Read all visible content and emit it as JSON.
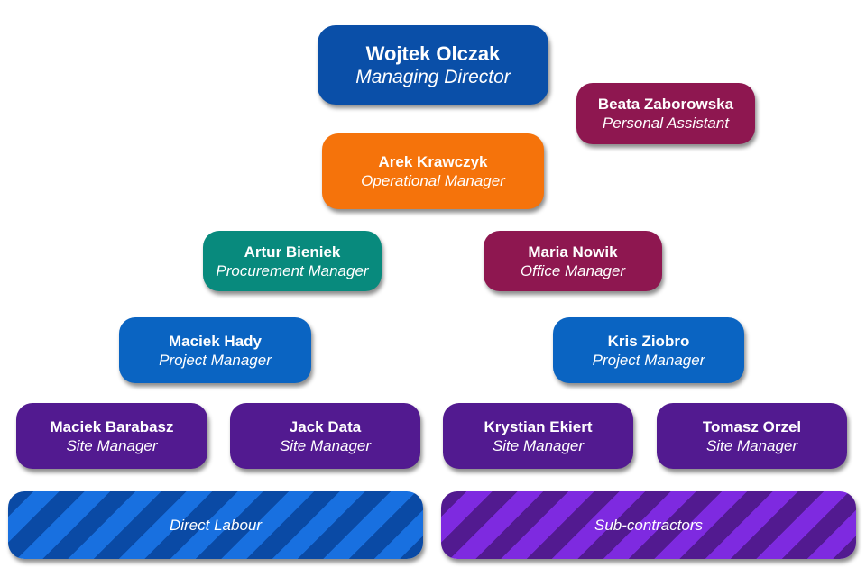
{
  "colors": {
    "managing_director": "#0a4fa8",
    "personal_assistant": "#8e1750",
    "operational_manager": "#f5730b",
    "procurement_manager": "#088a7d",
    "office_manager": "#8e1750",
    "project_manager": "#0a64c2",
    "site_manager": "#521a90",
    "direct_labour_stripe_a": "#1870e0",
    "direct_labour_stripe_b": "#0a4aa5",
    "subcontractors_stripe_a": "#7e2ae0",
    "subcontractors_stripe_b": "#521a90"
  },
  "org": {
    "managing_director": {
      "name": "Wojtek Olczak",
      "role": "Managing Director"
    },
    "personal_assistant": {
      "name": "Beata Zaborowska",
      "role": "Personal Assistant"
    },
    "operational_manager": {
      "name": "Arek Krawczyk",
      "role": "Operational Manager"
    },
    "procurement_manager": {
      "name": "Artur Bieniek",
      "role": "Procurement Manager"
    },
    "office_manager": {
      "name": "Maria Nowik",
      "role": "Office Manager"
    },
    "project_managers": [
      {
        "name": "Maciek Hady",
        "role": "Project Manager"
      },
      {
        "name": "Kris Ziobro",
        "role": "Project Manager"
      }
    ],
    "site_managers": [
      {
        "name": "Maciek Barabasz",
        "role": "Site Manager"
      },
      {
        "name": "Jack Data",
        "role": "Site Manager"
      },
      {
        "name": "Krystian Ekiert",
        "role": "Site Manager"
      },
      {
        "name": "Tomasz Orzel",
        "role": "Site Manager"
      }
    ],
    "workforce": [
      {
        "label": "Direct Labour"
      },
      {
        "label": "Sub-contractors"
      }
    ]
  }
}
